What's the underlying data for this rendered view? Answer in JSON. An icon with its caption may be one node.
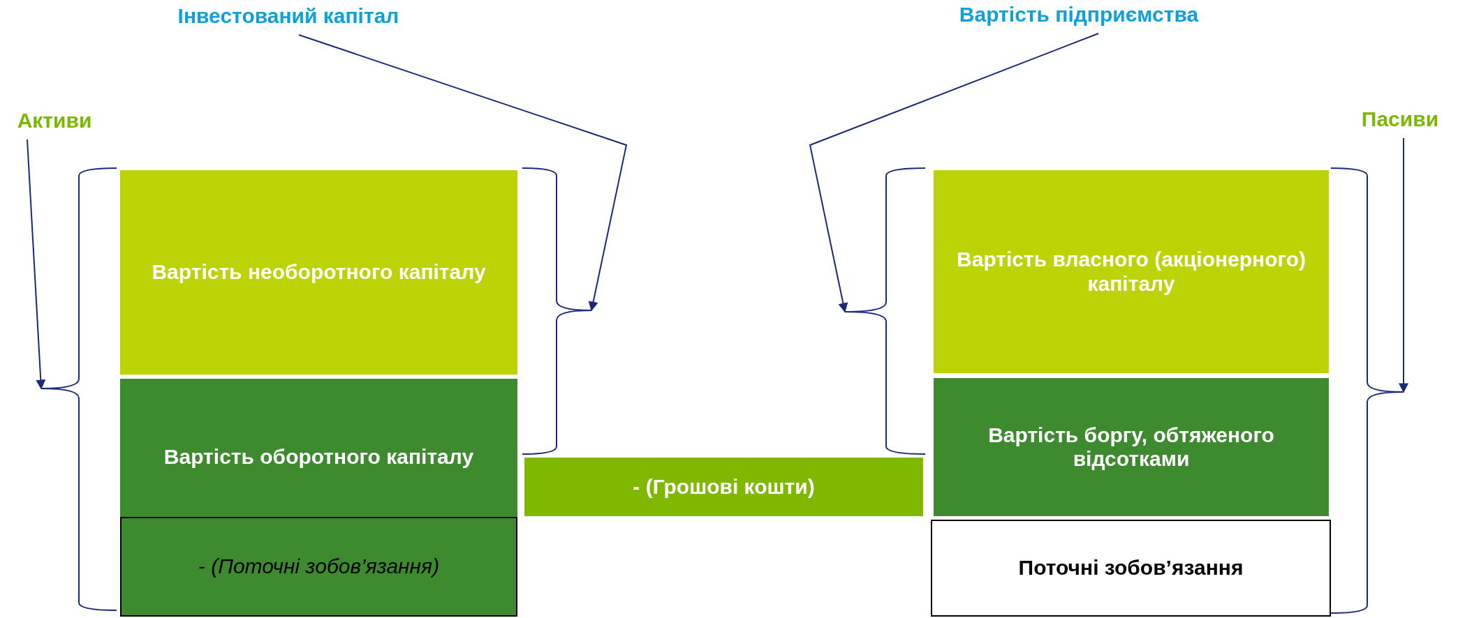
{
  "diagram": {
    "nodes": [
      {
        "text": [
          "Інвестований капітал"
        ]
      },
      {
        "text": [
          "Вартість підприємства"
        ]
      },
      {
        "text": [
          "Активи"
        ]
      },
      {
        "text": [
          "Пасиви"
        ]
      },
      {
        "text": [],
        "shape": "brace"
      },
      {
        "text": [
          "Вартість необоротного капіталу"
        ]
      },
      {
        "text": [
          "Вартість оборотного капіталу"
        ]
      },
      {
        "text": [
          "- (Поточні зобов’язання)"
        ],
        "in": 6
      },
      {
        "text": [],
        "shape": "brace"
      },
      {
        "text": [
          "- (Грошові кошти)"
        ]
      },
      {
        "text": [],
        "shape": "brace"
      },
      {
        "text": [
          "Вартість власного (акціонерного) капіталу"
        ]
      },
      {
        "text": [
          "Вартість боргу, обтяженого відсотками"
        ]
      },
      {
        "text": [
          "Поточні зобов’язання"
        ]
      },
      {
        "text": [],
        "shape": "brace"
      }
    ],
    "edges": [
      {
        "from": 2,
        "to": 4,
        "arrow": "to"
      },
      {
        "from": 0,
        "to": 8,
        "arrow": "to"
      },
      {
        "from": 1,
        "to": 10,
        "arrow": "to"
      },
      {
        "from": 3,
        "to": 14,
        "arrow": "to"
      }
    ]
  }
}
